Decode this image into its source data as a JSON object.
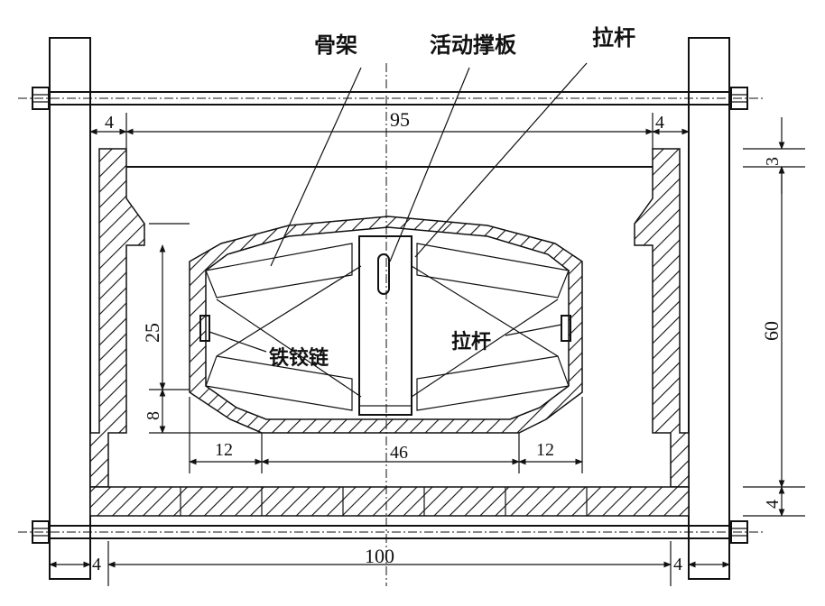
{
  "labels": {
    "skeleton": "骨架",
    "movable_plate": "活动撑板",
    "tie_rod_top": "拉杆",
    "iron_hinge": "铁铰链",
    "tie_rod_inner": "拉杆"
  },
  "dimensions": {
    "top_width": "95",
    "bottom_width": "100",
    "inner_left_gap": "12",
    "inner_center": "46",
    "inner_right_gap": "12",
    "left_height_25": "25",
    "left_height_8": "8",
    "right_height_3": "3",
    "right_height_60": "60",
    "right_height_4": "4",
    "top_left_4": "4",
    "top_right_4": "4",
    "bottom_left_4": "4",
    "bottom_right_4": "4"
  },
  "colors": {
    "line": "#111111",
    "background": "#ffffff"
  }
}
